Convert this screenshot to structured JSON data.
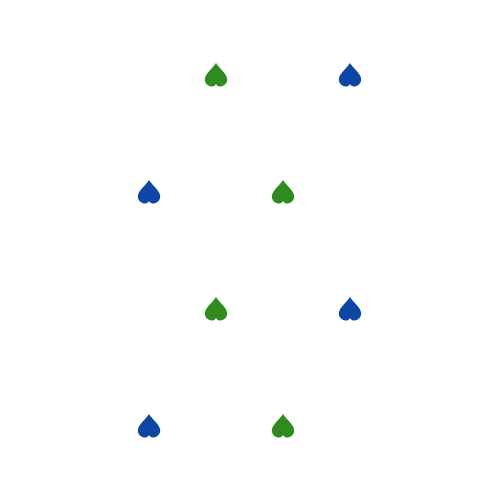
{
  "colors": {
    "green": "#2f8a1f",
    "blue": "#0f45a3"
  },
  "shape_icon": "inverted-heart-icon",
  "grid": {
    "rows": 4,
    "columns": 4,
    "cells": [
      [
        "",
        "green",
        "",
        "blue"
      ],
      [
        "blue",
        "",
        "green",
        ""
      ],
      [
        "",
        "green",
        "",
        "blue"
      ],
      [
        "blue",
        "",
        "green",
        ""
      ]
    ]
  }
}
